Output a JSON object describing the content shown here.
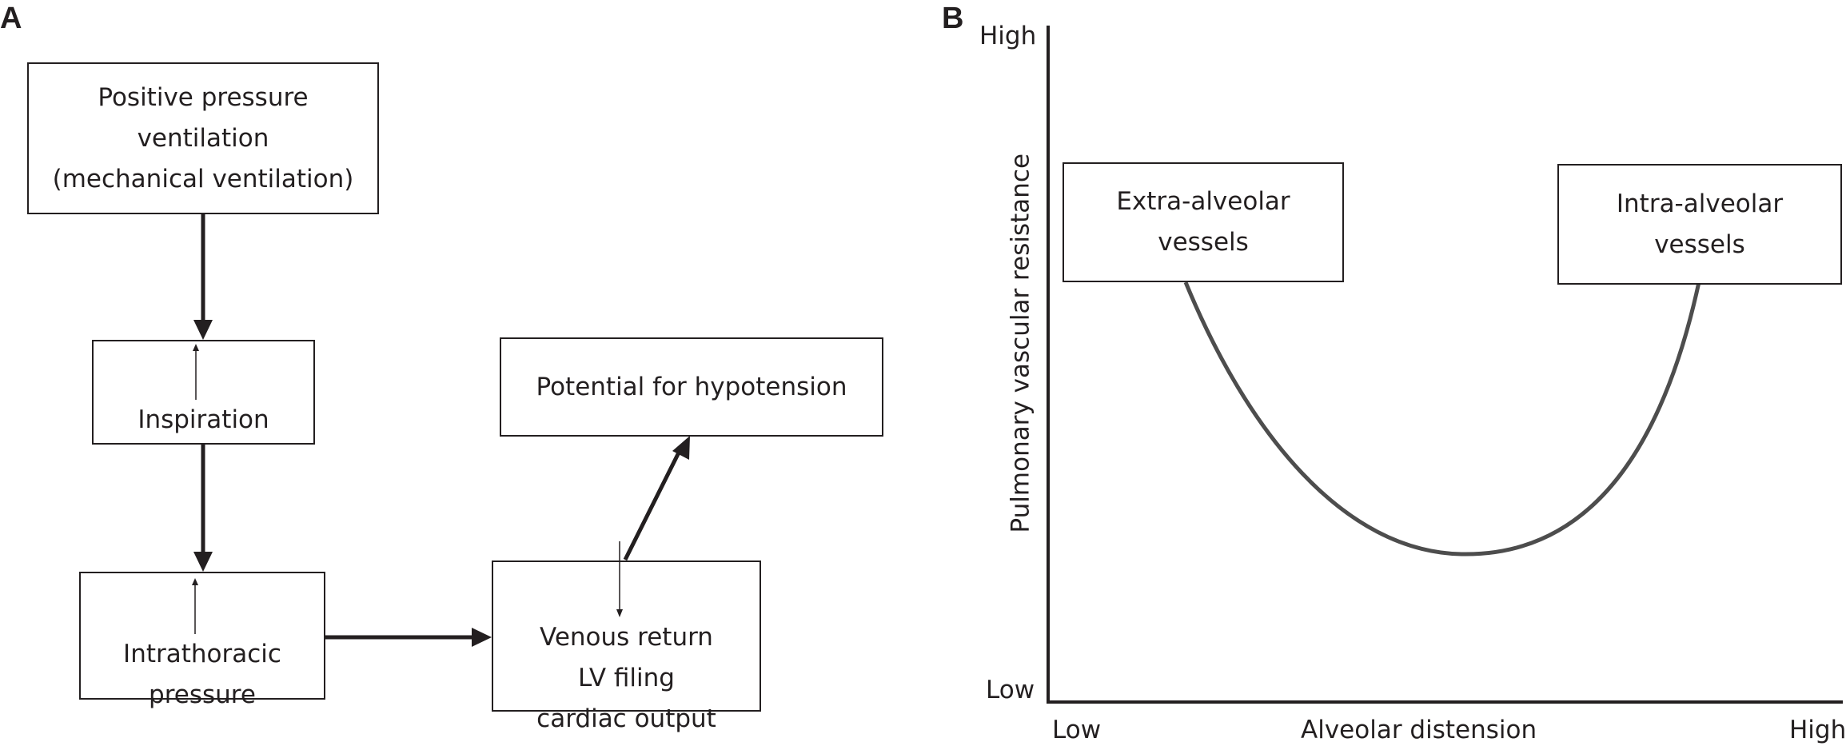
{
  "panel_a": {
    "letter": "A",
    "boxes": {
      "ppv": [
        "Positive pressure",
        "ventilation",
        "(mechanical ventilation)"
      ],
      "inspiration": "Inspiration",
      "intrathoracic": [
        "Intrathoracic",
        "pressure"
      ],
      "venous": [
        "Venous return",
        "LV filing",
        "cardiac output"
      ],
      "hypotension": "Potential for hypotension"
    },
    "indicators": {
      "inspiration": "up-arrow-icon",
      "intrathoracic": "up-arrow-icon",
      "venous": "down-arrow-icon"
    }
  },
  "panel_b": {
    "letter": "B",
    "y_axis_title": "Pulmonary vascular resistance",
    "x_axis_title": "Alveolar distension",
    "y_high": "High",
    "y_low": "Low",
    "x_low": "Low",
    "x_high": "High",
    "box_left": [
      "Extra-alveolar",
      "vessels"
    ],
    "box_right": [
      "Intra-alveolar",
      "vessels"
    ]
  },
  "colors": {
    "ink": "#231f20",
    "curve": "#4d4d4d"
  }
}
